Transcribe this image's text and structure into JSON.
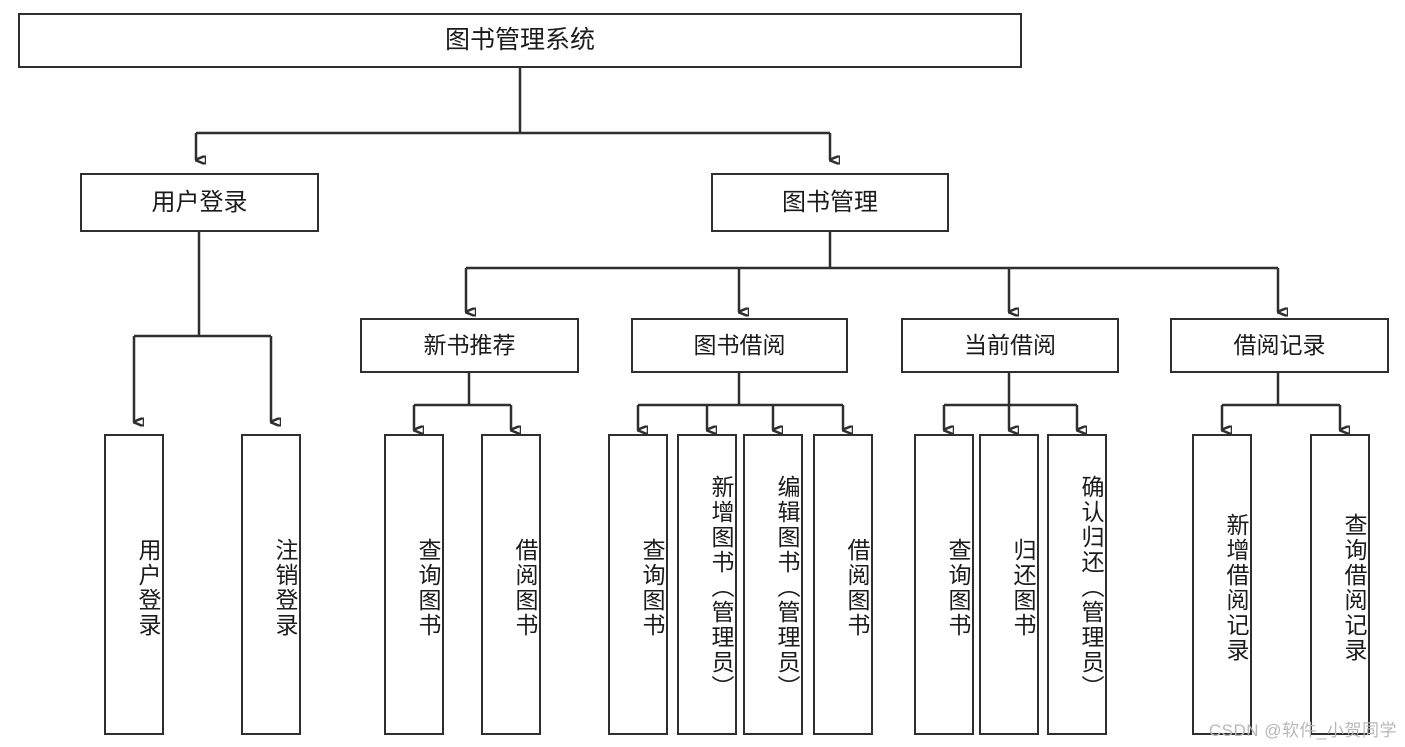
{
  "diagram": {
    "title": "图书管理系统",
    "type": "tree-hierarchy",
    "watermark": "CSDN @软件_小贺同学",
    "colors": {
      "stroke": "#2f2f2f",
      "fill": "#ffffff",
      "text": "#1b1b1b",
      "watermark": "#b8b8b8"
    },
    "nodes": {
      "root": {
        "label": "图书管理系统"
      },
      "level2": [
        {
          "id": "user-login",
          "label": "用户登录"
        },
        {
          "id": "book-manage",
          "label": "图书管理"
        }
      ],
      "level3": [
        {
          "id": "new-book-recommend",
          "label": "新书推荐"
        },
        {
          "id": "book-borrow",
          "label": "图书借阅"
        },
        {
          "id": "current-borrow",
          "label": "当前借阅"
        },
        {
          "id": "borrow-record",
          "label": "借阅记录"
        }
      ],
      "leaves": {
        "user-login": [
          {
            "id": "leaf-user-login",
            "label": "用户登录"
          },
          {
            "id": "leaf-logout-login",
            "label": "注销登录"
          }
        ],
        "new-book-recommend": [
          {
            "id": "leaf-query-book-1",
            "label": "查询图书"
          },
          {
            "id": "leaf-borrow-book-1",
            "label": "借阅图书"
          }
        ],
        "book-borrow": [
          {
            "id": "leaf-query-book-2",
            "label": "查询图书"
          },
          {
            "id": "leaf-add-book",
            "label": "新增图书（管理员）"
          },
          {
            "id": "leaf-edit-book",
            "label": "编辑图书（管理员）"
          },
          {
            "id": "leaf-borrow-book-2",
            "label": "借阅图书"
          }
        ],
        "current-borrow": [
          {
            "id": "leaf-query-book-3",
            "label": "查询图书"
          },
          {
            "id": "leaf-return-book",
            "label": "归还图书"
          },
          {
            "id": "leaf-confirm-return",
            "label": "确认归还（管理员）"
          }
        ],
        "borrow-record": [
          {
            "id": "leaf-add-record",
            "label": "新增借阅记录"
          },
          {
            "id": "leaf-query-record",
            "label": "查询借阅记录"
          }
        ]
      }
    }
  }
}
